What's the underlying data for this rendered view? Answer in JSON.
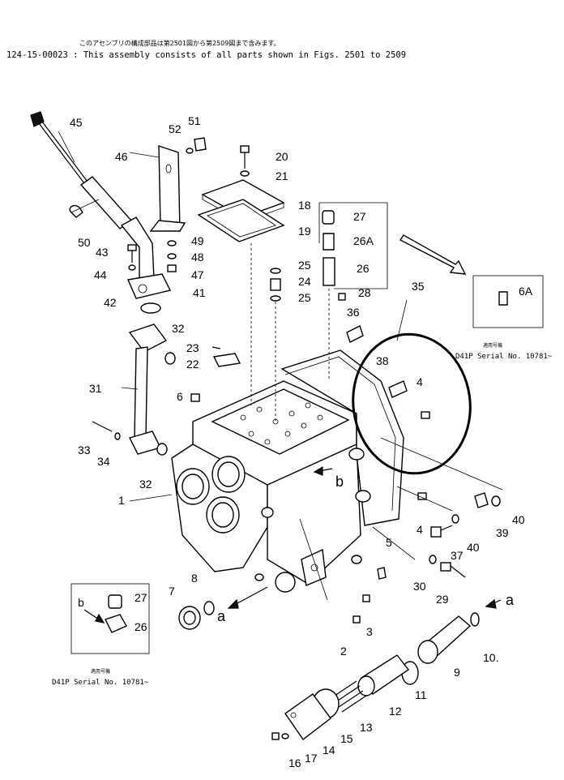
{
  "header": {
    "jp_note": "このアセンブリの構成部品は第2501図から第2509図まで含みます。",
    "en_note": "124-15-00023 : This assembly consists of all parts shown in Figs. 2501 to 2509"
  },
  "insets": {
    "right": {
      "part_label": "6A",
      "jp_note": "適用号機",
      "serial_note": "D41P Serial No. 10781~"
    },
    "left": {
      "letter": "b",
      "part_top": "27",
      "part_bottom": "26",
      "jp_note": "適用号機",
      "serial_note": "D41P Serial No. 10781~"
    }
  },
  "ref_letters": {
    "a": "a",
    "b": "b"
  },
  "callouts": {
    "p1": "1",
    "p2": "2",
    "p3": "3",
    "p4a": "4",
    "p4b": "4",
    "p5": "5",
    "p6": "6",
    "p7": "7",
    "p8": "8",
    "p9": "9",
    "p10": "10.",
    "p11": "11",
    "p12": "12",
    "p13": "13",
    "p14": "14",
    "p15": "15",
    "p16": "16",
    "p17": "17",
    "p18": "18",
    "p19": "19",
    "p20": "20",
    "p21": "21",
    "p22": "22",
    "p23": "23",
    "p24": "24",
    "p25a": "25",
    "p25b": "25",
    "p26": "26",
    "p26a": "26A",
    "p27": "27",
    "p28": "28",
    "p29": "29",
    "p30": "30",
    "p31": "31",
    "p32a": "32",
    "p32b": "32",
    "p33": "33",
    "p34": "34",
    "p35": "35",
    "p36": "36",
    "p37": "37",
    "p38": "38",
    "p39": "39",
    "p40a": "40",
    "p40b": "40",
    "p41": "41",
    "p42": "42",
    "p43": "43",
    "p44": "44",
    "p45": "45",
    "p46": "46",
    "p47": "47",
    "p48": "48",
    "p49": "49",
    "p50": "50",
    "p51": "51",
    "p52": "52"
  }
}
